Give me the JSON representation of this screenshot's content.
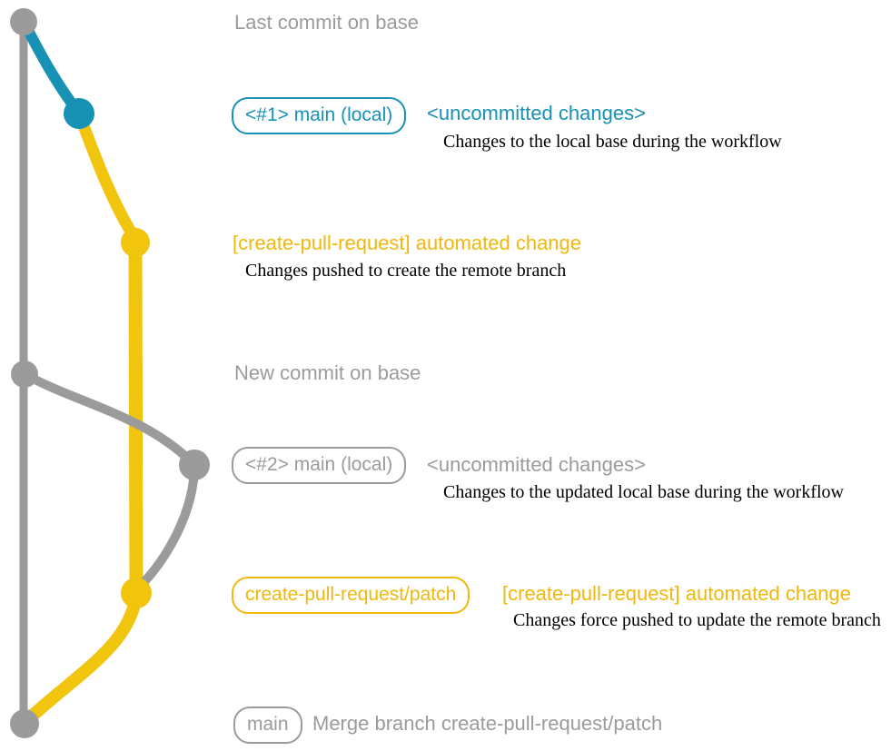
{
  "colors": {
    "gray": "#9B9B9B",
    "teal": "#1791B4",
    "yellow": "#F1C40D",
    "yellow_text": "#F0B70D",
    "desc": "#000000",
    "bg": "#FFFFFF"
  },
  "graph": {
    "branch_colors": {
      "base_branch": "#9B9B9B",
      "local_main_branch": "#1791B4",
      "remote_patch_branch": "#F1C40D"
    },
    "commit_nodes": [
      "last-commit-on-base",
      "local-main-uncommitted-1",
      "patch-branch-commit-1",
      "new-commit-on-base",
      "local-main-uncommitted-2",
      "patch-branch-commit-2",
      "merge-commit-on-base"
    ]
  },
  "annotations": {
    "note_last": "Last commit on base",
    "badge_main1": "<#1> main (local)",
    "title_uncommitted1": "<uncommitted changes>",
    "desc1": "Changes to the local base during the workflow",
    "title_cpr1": "[create-pull-request] automated change",
    "desc2": "Changes pushed to create the remote branch",
    "note_new": "New commit on base",
    "badge_main2": "<#2> main (local)",
    "title_uncommitted2": "<uncommitted changes>",
    "desc3": "Changes to the updated local base during the workflow",
    "badge_patch": "create-pull-request/patch",
    "title_cpr2": "[create-pull-request] automated change",
    "desc4": "Changes force pushed to update the remote branch",
    "badge_main3": "main",
    "title_merge": "Merge branch create-pull-request/patch"
  }
}
